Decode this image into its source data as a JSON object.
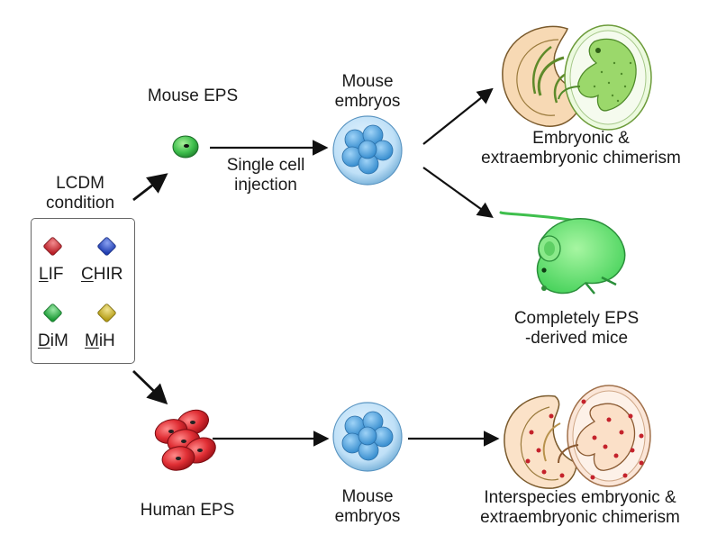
{
  "condition": {
    "title_line1": "LCDM",
    "title_line2": "condition",
    "factors": [
      {
        "initial": "L",
        "rest": "IF",
        "color": "#d23a40"
      },
      {
        "initial": "C",
        "rest": "HIR",
        "color": "#3557c9"
      },
      {
        "initial": "D",
        "rest": "iM",
        "color": "#2fb04a"
      },
      {
        "initial": "M",
        "rest": "iH",
        "color": "#d9c42f"
      }
    ]
  },
  "mouse_eps": {
    "label": "Mouse EPS"
  },
  "human_eps": {
    "label": "Human EPS"
  },
  "injection": {
    "line1": "Single cell",
    "line2": "injection"
  },
  "mouse_embryos_top": {
    "line1": "Mouse",
    "line2": "embryos"
  },
  "mouse_embryos_bottom": {
    "line1": "Mouse",
    "line2": "embryos"
  },
  "outcomes": {
    "chimerism": {
      "line1": "Embryonic &",
      "line2": "extraembryonic chimerism"
    },
    "mice": {
      "line1": "Completely EPS",
      "line2": "-derived mice"
    },
    "interspecies": {
      "line1": "Interspecies embryonic &",
      "line2": "extraembryonic chimerism"
    }
  },
  "colors": {
    "mouse_cell": "#2fa84a",
    "human_cell": "#d8242d",
    "embryo": "#5aa9e6",
    "mouse_tissue": "#9bd86b",
    "human_marker": "#c4222b",
    "arrow": "#111111"
  }
}
